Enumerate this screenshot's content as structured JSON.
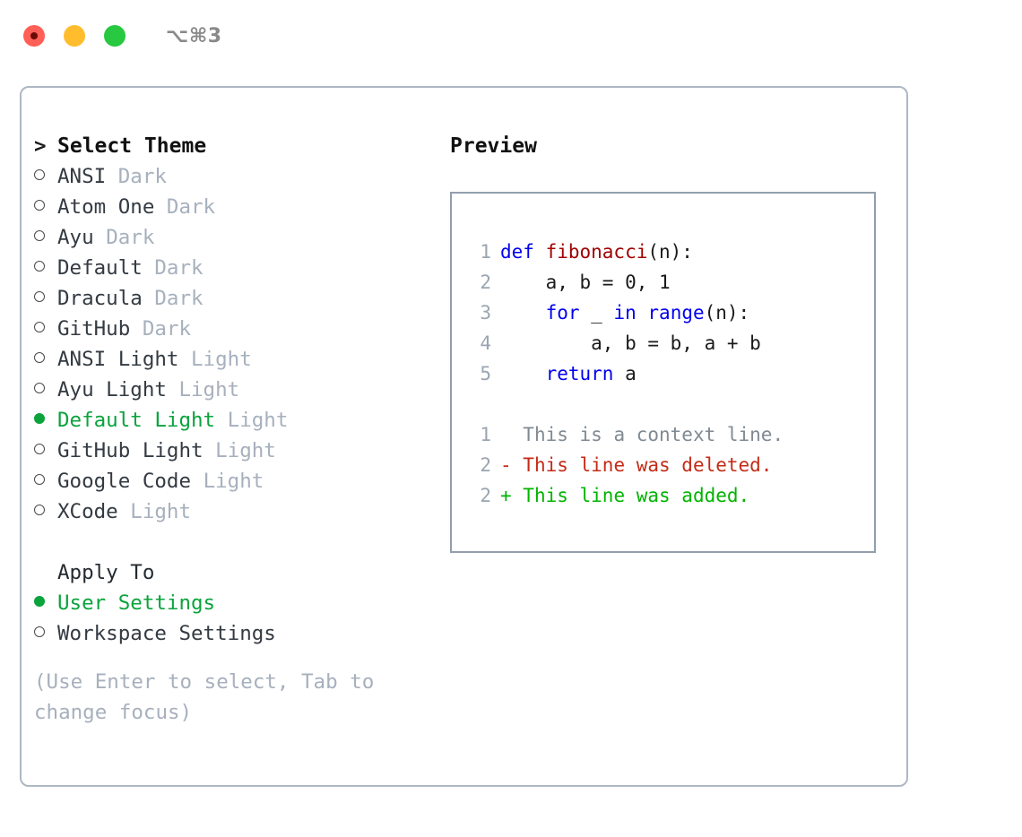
{
  "titlebar": {
    "shortcut": "⌥⌘3",
    "buttons": [
      {
        "name": "close",
        "color": "#ff5f57"
      },
      {
        "name": "minimize",
        "color": "#ffbd2e"
      },
      {
        "name": "maximize",
        "color": "#28c840"
      }
    ]
  },
  "theme_panel": {
    "header_marker": ">",
    "header": "Select Theme",
    "items": [
      {
        "marker": "○",
        "name": "ANSI",
        "kind": "Dark",
        "selected": false
      },
      {
        "marker": "○",
        "name": "Atom One",
        "kind": "Dark",
        "selected": false
      },
      {
        "marker": "○",
        "name": "Ayu",
        "kind": "Dark",
        "selected": false
      },
      {
        "marker": "○",
        "name": "Default",
        "kind": "Dark",
        "selected": false
      },
      {
        "marker": "○",
        "name": "Dracula",
        "kind": "Dark",
        "selected": false
      },
      {
        "marker": "○",
        "name": "GitHub",
        "kind": "Dark",
        "selected": false
      },
      {
        "marker": "○",
        "name": "ANSI Light",
        "kind": "Light",
        "selected": false
      },
      {
        "marker": "○",
        "name": "Ayu Light",
        "kind": "Light",
        "selected": false
      },
      {
        "marker": "●",
        "name": "Default Light",
        "kind": "Light",
        "selected": true
      },
      {
        "marker": "○",
        "name": "GitHub Light",
        "kind": "Light",
        "selected": false
      },
      {
        "marker": "○",
        "name": "Google Code",
        "kind": "Light",
        "selected": false
      },
      {
        "marker": "○",
        "name": "XCode",
        "kind": "Light",
        "selected": false
      }
    ]
  },
  "apply_to": {
    "header": "Apply To",
    "options": [
      {
        "marker": "●",
        "label": "User Settings",
        "selected": true
      },
      {
        "marker": "○",
        "label": "Workspace Settings",
        "selected": false
      }
    ]
  },
  "hint": "(Use Enter to select, Tab to change focus)",
  "preview": {
    "heading": "Preview",
    "code_lines": [
      {
        "no": "1",
        "tokens": [
          {
            "t": "def ",
            "c": "kw"
          },
          {
            "t": "fibonacci",
            "c": "fn"
          },
          {
            "t": "(n):",
            "c": "plain"
          }
        ]
      },
      {
        "no": "2",
        "tokens": [
          {
            "t": "    a, b = 0, 1",
            "c": "plain"
          }
        ]
      },
      {
        "no": "3",
        "tokens": [
          {
            "t": "    ",
            "c": "plain"
          },
          {
            "t": "for",
            "c": "kw"
          },
          {
            "t": " _ ",
            "c": "plain"
          },
          {
            "t": "in",
            "c": "kw"
          },
          {
            "t": " ",
            "c": "plain"
          },
          {
            "t": "range",
            "c": "kw"
          },
          {
            "t": "(n):",
            "c": "plain"
          }
        ]
      },
      {
        "no": "4",
        "tokens": [
          {
            "t": "        a, b = b, a + b",
            "c": "plain"
          }
        ]
      },
      {
        "no": "5",
        "tokens": [
          {
            "t": "    ",
            "c": "plain"
          },
          {
            "t": "return",
            "c": "kw"
          },
          {
            "t": " a",
            "c": "plain"
          }
        ]
      }
    ],
    "diff_lines": [
      {
        "no": "1",
        "sign": " ",
        "text": " This is a context line.",
        "c": "ctx"
      },
      {
        "no": "2",
        "sign": "-",
        "text": " This line was deleted.",
        "c": "del"
      },
      {
        "no": "2",
        "sign": "+",
        "text": " This line was added.",
        "c": "add"
      }
    ]
  },
  "colors": {
    "accent_green": "#0aa33c",
    "keyword_blue": "#0000ee",
    "function_red": "#a00000",
    "diff_delete": "#c42b16",
    "diff_add": "#00b400",
    "muted_gray": "#a7b0bd",
    "border_gray": "#aeb7c4"
  }
}
